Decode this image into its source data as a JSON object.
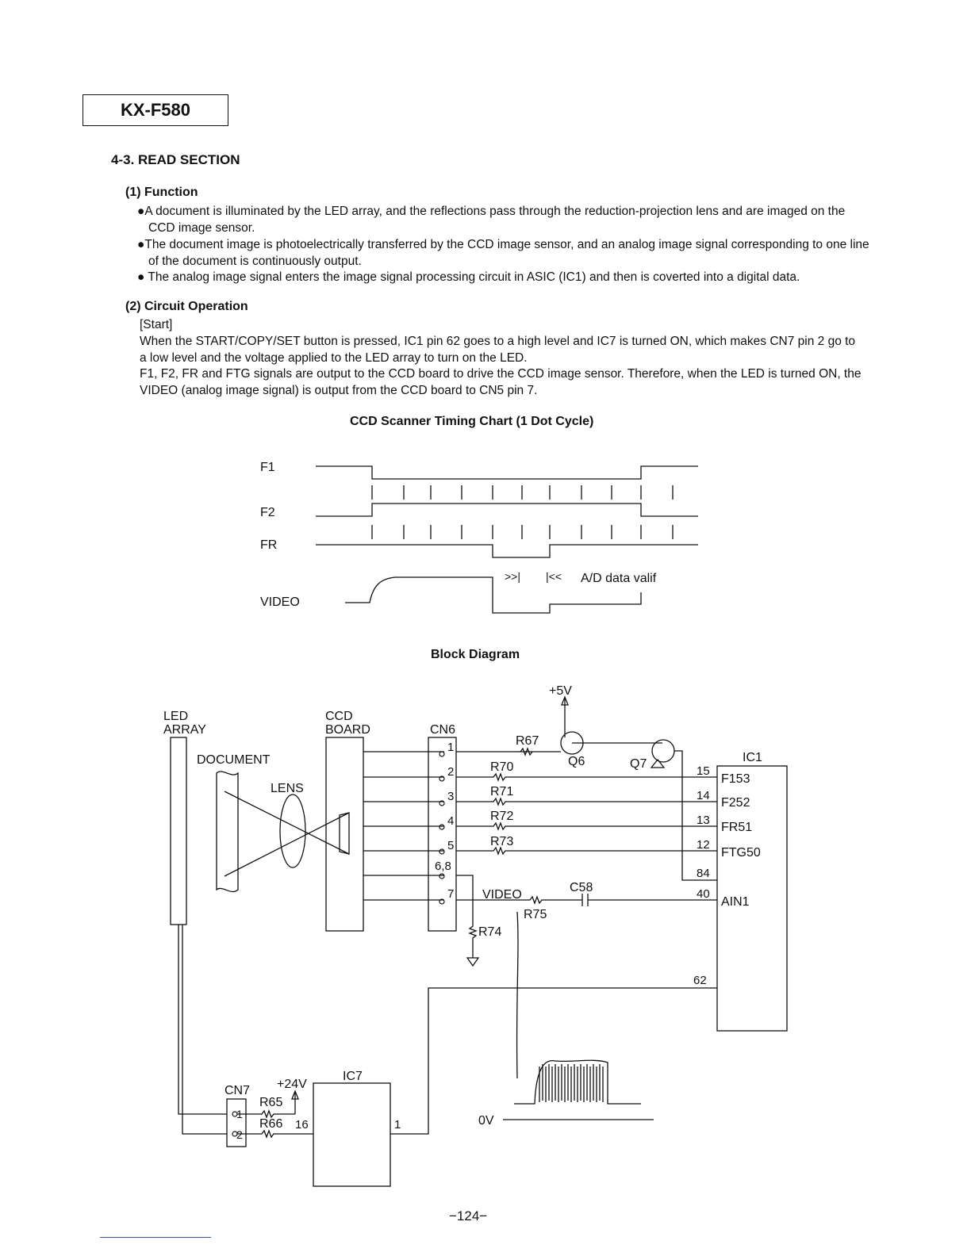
{
  "model": "KX-F580",
  "section_title": "4-3. READ SECTION",
  "function": {
    "heading": "(1) Function",
    "bullets": [
      "●A document is illuminated by the LED array, and the reflections pass through the reduction-projection lens and are imaged on the CCD image sensor.",
      "●The document image is photoelectrically transferred by the CCD image sensor, and an analog image signal corresponding to one line of the document is continuously output.",
      "● The analog image signal enters the image signal processing circuit in ASIC (IC1) and then is coverted into a digital data."
    ]
  },
  "circuit": {
    "heading": "(2) Circuit Operation",
    "start_label": "[Start]",
    "para1": "When the START/COPY/SET button is pressed, IC1 pin 62 goes to a high level and IC7 is turned ON, which makes CN7 pin 2 go to a low level and the voltage applied to the LED array to turn on the LED.",
    "para2": "F1, F2, FR and FTG signals are output to the CCD board to drive the CCD image sensor. Therefore, when the LED is turned ON, the VIDEO (analog image signal) is output from the CCD board to CN5 pin 7."
  },
  "timing_chart": {
    "caption": "CCD Scanner Timing Chart (1 Dot Cycle)",
    "signals": [
      "F1",
      "F2",
      "FR",
      "VIDEO"
    ],
    "arrow_left": ">>|",
    "arrow_right": "|<<",
    "annotation": "A/D data valif"
  },
  "block_diagram": {
    "caption": "Block Diagram",
    "labels": {
      "led": "LED",
      "array": "ARRAY",
      "ccd": "CCD",
      "board": "BOARD",
      "document": "DOCUMENT",
      "lens": "LENS",
      "cn6": "CN6",
      "plus5v": "+5V",
      "r67": "R67",
      "q6": "Q6",
      "q7": "Q7",
      "ic1": "IC1",
      "r70": "R70",
      "r71": "R71",
      "r72": "R72",
      "r73": "R73",
      "video": "VIDEO",
      "c58": "C58",
      "r75": "R75",
      "r74": "R74",
      "cn7": "CN7",
      "plus24v": "+24V",
      "r65": "R65",
      "r66": "R66",
      "ic7": "IC7",
      "zero_v": "0V",
      "f153": "F153",
      "f252": "F252",
      "fr51": "FR51",
      "ftg50": "FTG50",
      "ain1": "AIN1"
    },
    "cn6_pins": [
      "1",
      "2",
      "3",
      "4",
      "5",
      "6,8",
      "7"
    ],
    "ic1_pins": [
      "15",
      "14",
      "13",
      "12",
      "84",
      "40",
      "62"
    ],
    "cn7_pins": [
      "1",
      "2"
    ],
    "ic7_pins": [
      "16",
      "1"
    ]
  },
  "page_number": "−124−"
}
